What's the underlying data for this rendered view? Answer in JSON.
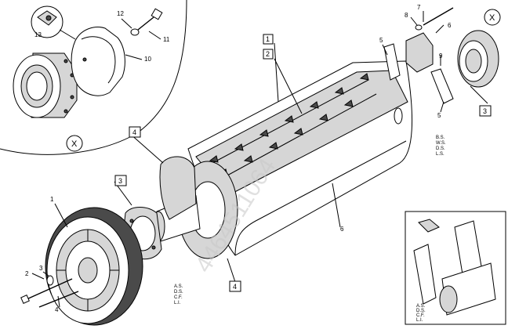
{
  "callouts": {
    "n1": "1",
    "n2": "2",
    "n3": "3",
    "n4": "4",
    "n5": "5",
    "n6": "6",
    "n7": "7",
    "n8": "8",
    "n9": "9",
    "n10": "10",
    "n11": "11",
    "n12": "12",
    "n13": "13"
  },
  "boxes": {
    "b1": "1",
    "b2": "2",
    "b3_right": "3",
    "b3_left": "3",
    "b4_upper": "4",
    "b4_lower": "4"
  },
  "view_marks": {
    "x_left": "X",
    "x_right": "X"
  },
  "stamps": {
    "bs": [
      "B.S.",
      "W.S.",
      "D.S.",
      "L.S."
    ],
    "as_main": [
      "A.S.",
      "D.S.",
      "C.F.",
      "L.I."
    ],
    "as_inset": [
      "A.S.",
      "D.S.",
      "C.F.",
      "L.I."
    ]
  },
  "watermark": "4464511064"
}
